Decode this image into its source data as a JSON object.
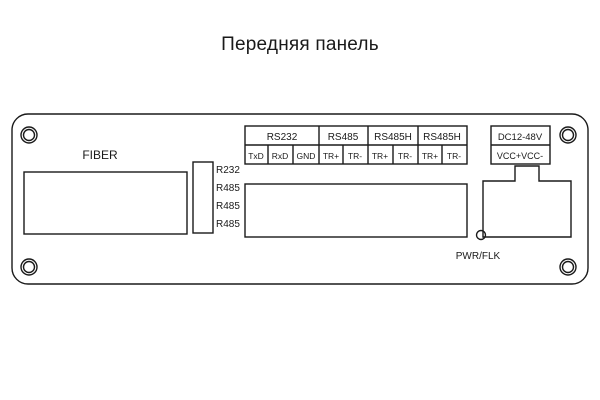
{
  "title": "Передняя панель",
  "fiber_label": "FIBER",
  "side_labels": [
    "R232",
    "R485",
    "R485",
    "R485"
  ],
  "header_groups": [
    "RS232",
    "RS485",
    "RS485H",
    "RS485H"
  ],
  "pins": [
    "TxD",
    "RxD",
    "GND",
    "TR+",
    "TR-",
    "TR+",
    "TR-",
    "TR+",
    "TR-"
  ],
  "power": {
    "header": "DC12-48V",
    "pins": "VCC+VCC-"
  },
  "led_label": "PWR/FLK"
}
